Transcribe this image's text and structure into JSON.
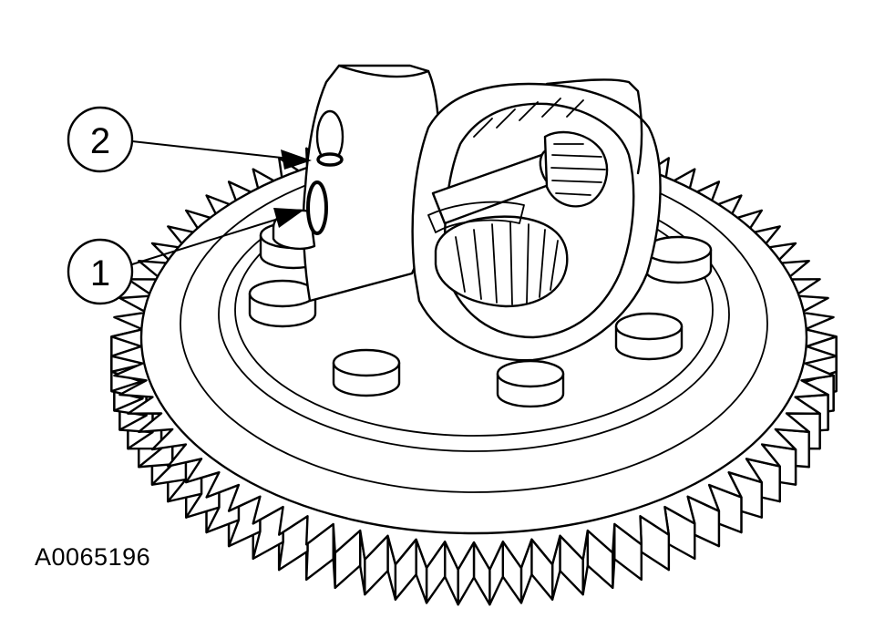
{
  "figure": {
    "id": "A0065196",
    "callouts": [
      {
        "label": "1"
      },
      {
        "label": "2"
      }
    ]
  },
  "colors": {
    "ink": "#000000",
    "paper": "#ffffff"
  },
  "gear": {
    "tooth_count": 72
  }
}
